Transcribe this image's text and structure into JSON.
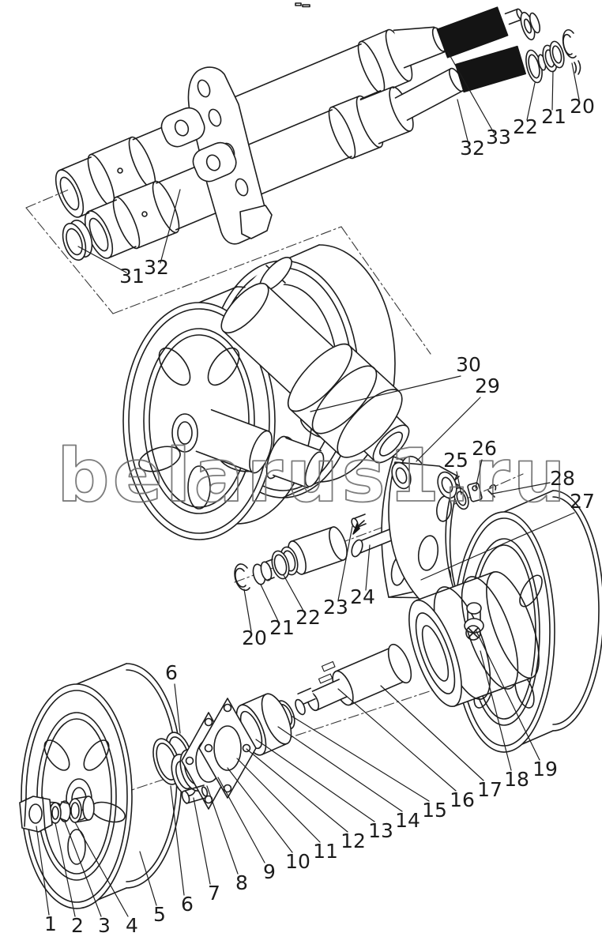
{
  "watermark": {
    "text": "belarus1.ru"
  },
  "colors": {
    "line": "#1d1d1d",
    "watermark_outline": "#6e6e6e",
    "knurl_fill": "#141414"
  },
  "callouts": [
    {
      "text": "1"
    },
    {
      "text": "2"
    },
    {
      "text": "3"
    },
    {
      "text": "4"
    },
    {
      "text": "5"
    },
    {
      "text": "6"
    },
    {
      "text": "6"
    },
    {
      "text": "7"
    },
    {
      "text": "8"
    },
    {
      "text": "9"
    },
    {
      "text": "10"
    },
    {
      "text": "11"
    },
    {
      "text": "12"
    },
    {
      "text": "13"
    },
    {
      "text": "14"
    },
    {
      "text": "15"
    },
    {
      "text": "16"
    },
    {
      "text": "17"
    },
    {
      "text": "18"
    },
    {
      "text": "19"
    },
    {
      "text": "20"
    },
    {
      "text": "20"
    },
    {
      "text": "21"
    },
    {
      "text": "21"
    },
    {
      "text": "22"
    },
    {
      "text": "22"
    },
    {
      "text": "23"
    },
    {
      "text": "24"
    },
    {
      "text": "25"
    },
    {
      "text": "26"
    },
    {
      "text": "27"
    },
    {
      "text": "28"
    },
    {
      "text": "29"
    },
    {
      "text": "30"
    },
    {
      "text": "31"
    },
    {
      "text": "32"
    },
    {
      "text": "32"
    },
    {
      "text": "33"
    }
  ]
}
